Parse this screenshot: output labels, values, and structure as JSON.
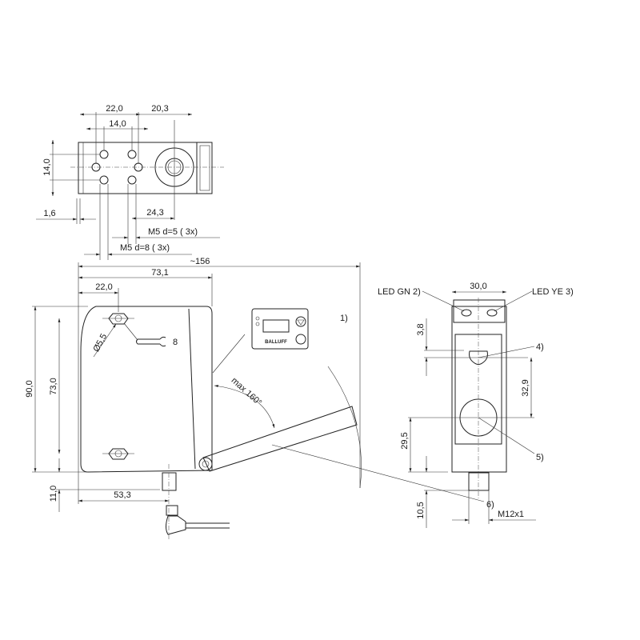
{
  "top_view": {
    "dim_22": "22,0",
    "dim_20_3": "20,3",
    "dim_14_h": "14,0",
    "dim_14_v": "14,0",
    "dim_1_6": "1,6",
    "dim_24_3": "24,3",
    "thread_d5": "M5 d=5  ( 3x)",
    "thread_d8": "M5 d=8  ( 3x)"
  },
  "side_view": {
    "dim_156": "~156",
    "dim_73_1": "73,1",
    "dim_22": "22,0",
    "dim_90": "90,0",
    "dim_73": "73,0",
    "dim_11": "11,0",
    "dim_53_3": "53,3",
    "dim_hole": "Ø5,5",
    "wrench_size": "8",
    "angle": "max 160°",
    "note_display": "1)",
    "note_arm": "6)",
    "display_brand": "BALLUFF"
  },
  "front_view": {
    "led_gn": "LED GN 2)",
    "led_ye": "LED YE 3)",
    "dim_30": "30,0",
    "dim_3_8": "3,8",
    "dim_32_9": "32,9",
    "dim_29_5": "29,5",
    "dim_10_5": "10,5",
    "thread": "M12x1",
    "note_4": "4)",
    "note_5": "5)"
  }
}
